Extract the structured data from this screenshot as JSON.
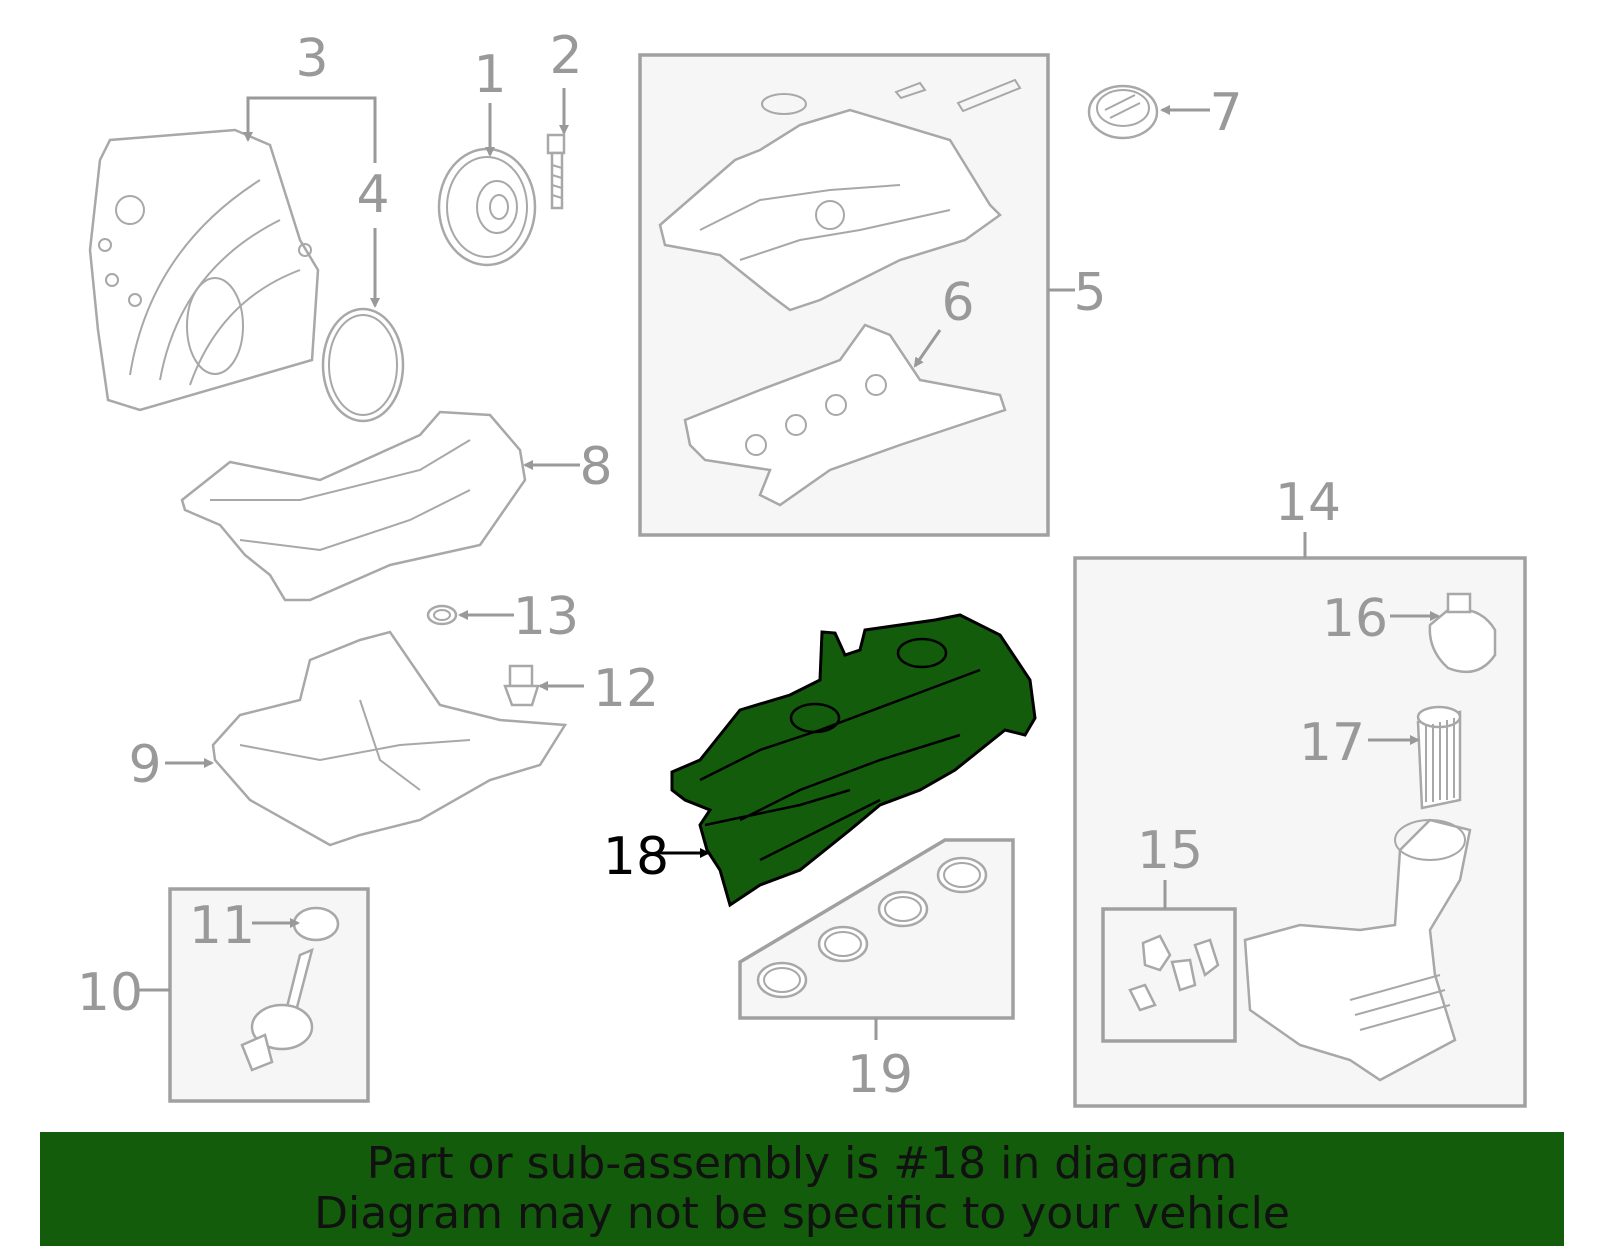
{
  "diagram": {
    "highlight_color": "#135c0c",
    "label_color": "#999999",
    "highlight_label_color": "#000000",
    "callouts": [
      {
        "id": "1",
        "label": "1"
      },
      {
        "id": "2",
        "label": "2"
      },
      {
        "id": "3",
        "label": "3"
      },
      {
        "id": "4",
        "label": "4"
      },
      {
        "id": "5",
        "label": "5"
      },
      {
        "id": "6",
        "label": "6"
      },
      {
        "id": "7",
        "label": "7"
      },
      {
        "id": "8",
        "label": "8"
      },
      {
        "id": "9",
        "label": "9"
      },
      {
        "id": "10",
        "label": "10"
      },
      {
        "id": "11",
        "label": "11"
      },
      {
        "id": "12",
        "label": "12"
      },
      {
        "id": "13",
        "label": "13"
      },
      {
        "id": "14",
        "label": "14"
      },
      {
        "id": "15",
        "label": "15"
      },
      {
        "id": "16",
        "label": "16"
      },
      {
        "id": "17",
        "label": "17"
      },
      {
        "id": "18",
        "label": "18",
        "highlighted": true
      },
      {
        "id": "19",
        "label": "19"
      }
    ]
  },
  "banner": {
    "line1": "Part or sub-assembly is #18 in diagram",
    "line2": "Diagram may not be specific to your vehicle",
    "background": "#135c0c"
  }
}
